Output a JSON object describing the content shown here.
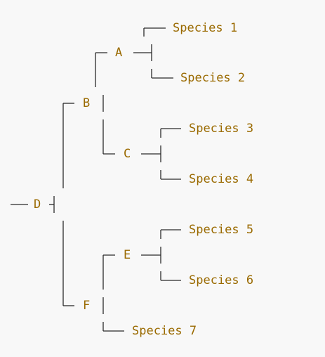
{
  "tree": {
    "label_color": "#9a6a00",
    "line_color": "#2a2a2a",
    "nodes": {
      "a": "A",
      "b": "B",
      "c": "C",
      "d": "D",
      "e": "E",
      "f": "F"
    },
    "leaves": {
      "s1": "Species 1",
      "s2": "Species 2",
      "s3": "Species 3",
      "s4": "Species 4",
      "s5": "Species 5",
      "s6": "Species 6",
      "s7": "Species 7"
    }
  }
}
